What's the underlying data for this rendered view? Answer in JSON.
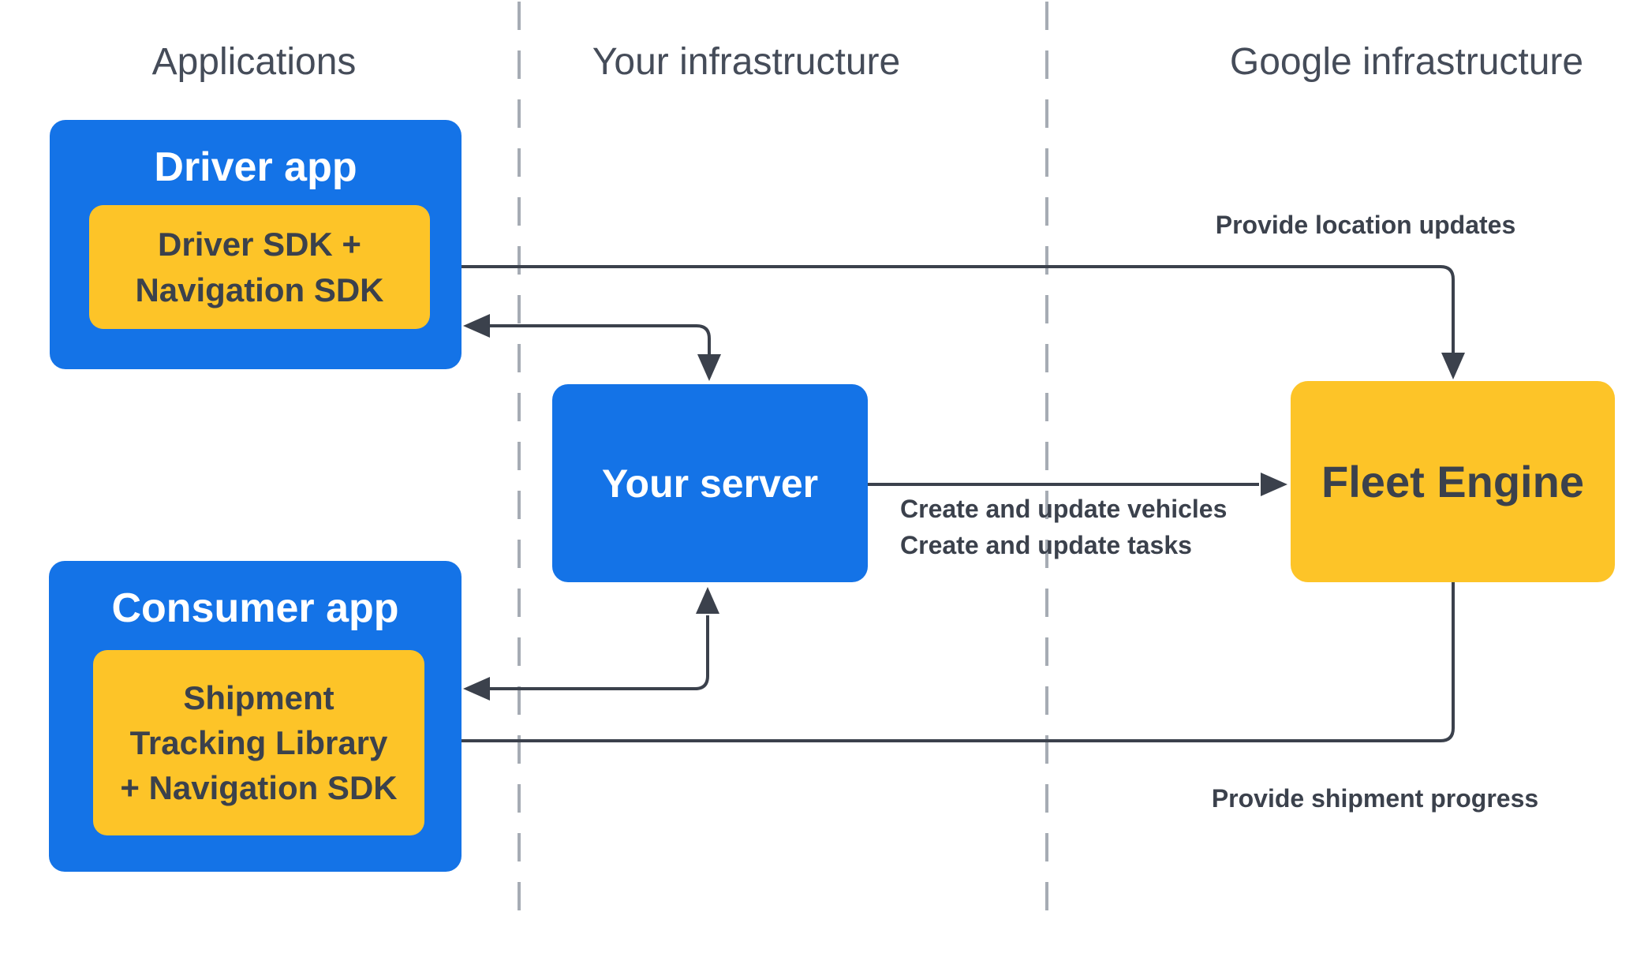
{
  "theme": {
    "bg": "#ffffff",
    "blue": "#1473E7",
    "yellow": "#FDC428",
    "ink": "#3B414C",
    "muted_ink": "#454C59",
    "divider": "#A6ACB4",
    "white": "#ffffff"
  },
  "columns": [
    {
      "label": "Applications"
    },
    {
      "label": "Your infrastructure"
    },
    {
      "label": "Google infrastructure"
    }
  ],
  "nodes": {
    "driver_app": {
      "title": "Driver app",
      "sdk_lines": [
        "Driver SDK +",
        "Navigation SDK"
      ]
    },
    "consumer_app": {
      "title": "Consumer app",
      "sdk_lines": [
        "Shipment",
        "Tracking Library",
        "+ Navigation SDK"
      ]
    },
    "your_server": {
      "title": "Your server"
    },
    "fleet_engine": {
      "title": "Fleet Engine"
    }
  },
  "edges": {
    "provide_location_updates": {
      "label": "Provide location updates"
    },
    "create_and_update": {
      "lines": [
        "Create and update vehicles",
        "Create and update tasks"
      ]
    },
    "provide_shipment_progress": {
      "label": "Provide shipment progress"
    }
  }
}
